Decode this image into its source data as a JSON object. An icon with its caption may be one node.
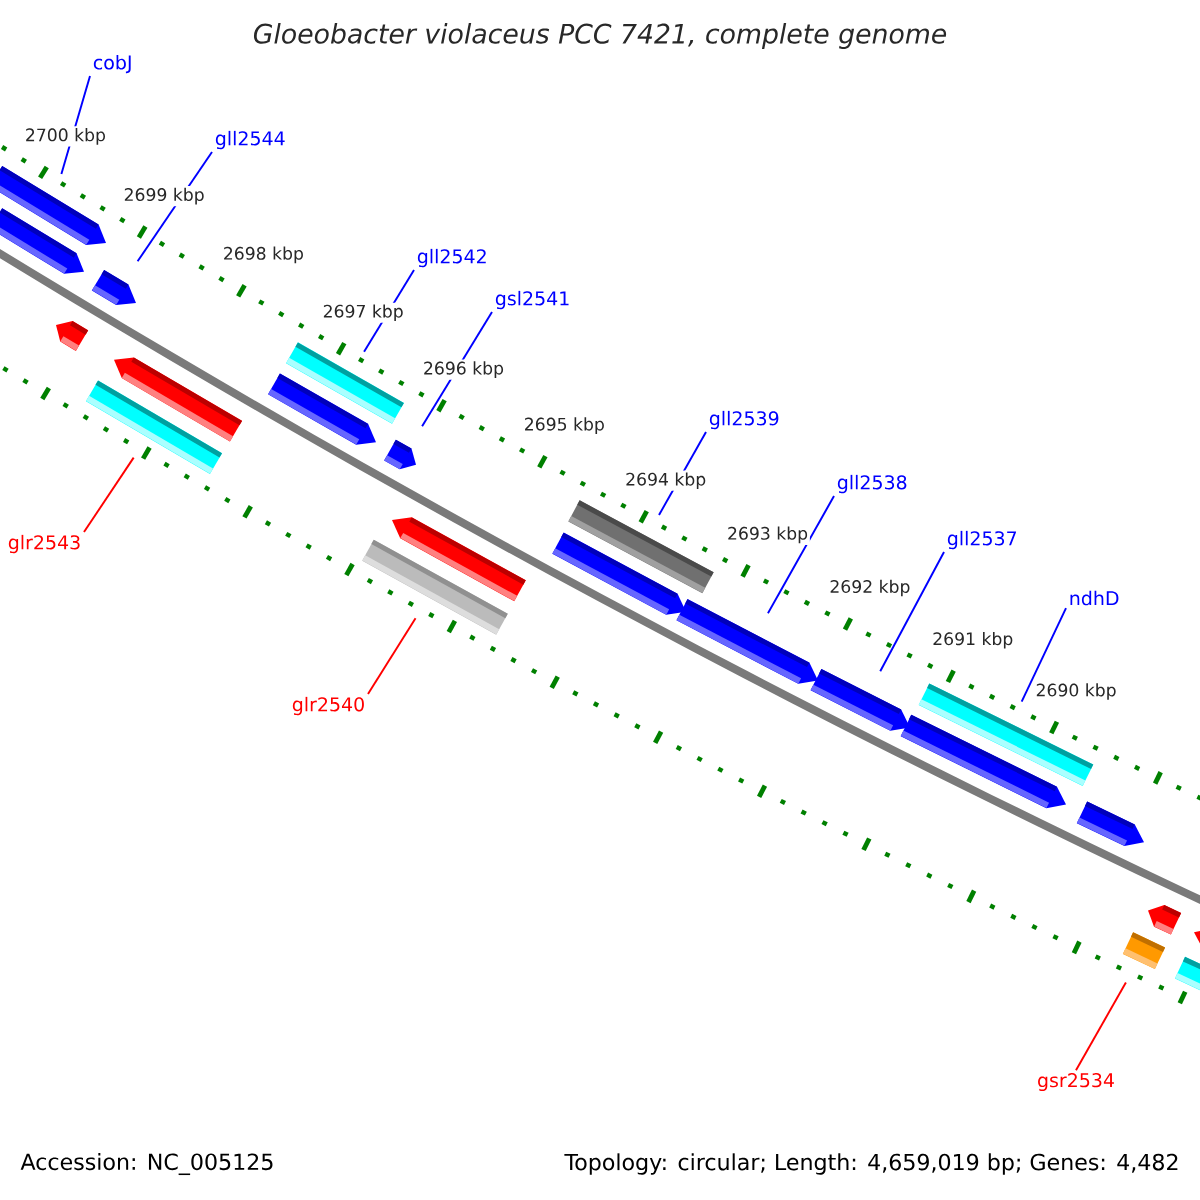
{
  "diagram": {
    "title": "Gloeobacter violaceus PCC 7421, complete genome",
    "nodes": [
      {
        "text": [
          "cobJ"
        ]
      },
      {
        "text": [
          "gll2544"
        ]
      },
      {
        "text": [
          "gll2542"
        ]
      },
      {
        "text": [
          "gsl2541"
        ]
      },
      {
        "text": [
          "gll2539"
        ]
      },
      {
        "text": [
          "gll2538"
        ]
      },
      {
        "text": [
          "glr2543"
        ]
      },
      {
        "text": [
          "gll2537"
        ]
      },
      {
        "text": [
          "ndhD"
        ]
      },
      {
        "text": [
          "glr2540"
        ]
      },
      {
        "text": [
          "gsr2534"
        ]
      },
      {
        "text": [],
        "shape": "bar"
      },
      {
        "text": [],
        "shape": "bar"
      },
      {
        "text": [],
        "shape": "bar"
      },
      {
        "text": [],
        "shape": "bar"
      },
      {
        "text": [],
        "shape": "bar"
      },
      {
        "text": [],
        "shape": "bar"
      },
      {
        "text": [],
        "shape": "bar"
      },
      {
        "text": [],
        "shape": "bar"
      },
      {
        "text": [],
        "shape": "bar"
      },
      {
        "text": [],
        "shape": "bar"
      },
      {
        "text": [],
        "shape": "bar"
      },
      {
        "text": [],
        "shape": "bar"
      },
      {
        "text": [],
        "shape": "bar"
      },
      {
        "text": [],
        "shape": "bar"
      },
      {
        "text": [],
        "shape": "bar"
      },
      {
        "text": [],
        "shape": "bar"
      },
      {
        "text": [],
        "shape": "bar"
      },
      {
        "text": [],
        "shape": "bar"
      },
      {
        "text": [],
        "shape": "bar"
      },
      {
        "text": [],
        "shape": "bar"
      },
      {
        "text": [],
        "shape": "bar"
      },
      {
        "text": [],
        "shape": "bar"
      }
    ],
    "edges": [
      {
        "from": 0,
        "to": 11,
        "arrow": "none"
      },
      {
        "from": 1,
        "to": 15,
        "arrow": "none"
      },
      {
        "from": 2,
        "to": 18,
        "arrow": "none"
      },
      {
        "from": 3,
        "to": 20,
        "arrow": "none"
      },
      {
        "from": 4,
        "to": 23,
        "arrow": "none"
      },
      {
        "from": 5,
        "to": 24,
        "arrow": "none"
      },
      {
        "from": 6,
        "to": 14,
        "arrow": "none",
        "color": "#ff0000"
      },
      {
        "from": 7,
        "to": 25,
        "arrow": "none"
      },
      {
        "from": 8,
        "to": 27,
        "arrow": "none"
      },
      {
        "from": 9,
        "to": 19,
        "arrow": "none",
        "color": "#ff0000"
      },
      {
        "from": 10,
        "to": 29,
        "arrow": "none",
        "color": "#ff0000"
      }
    ],
    "labels": [
      "2700 kbp",
      "2699 kbp",
      "2698 kbp",
      "2697 kbp",
      "2696 kbp",
      "2695 kbp",
      "2694 kbp",
      "2693 kbp",
      "2692 kbp",
      "2691 kbp",
      "2690 kbp",
      "Accession: NC_005125",
      "Topology: circular; Length: 4,659,019 bp; Genes: 4,482"
    ]
  }
}
